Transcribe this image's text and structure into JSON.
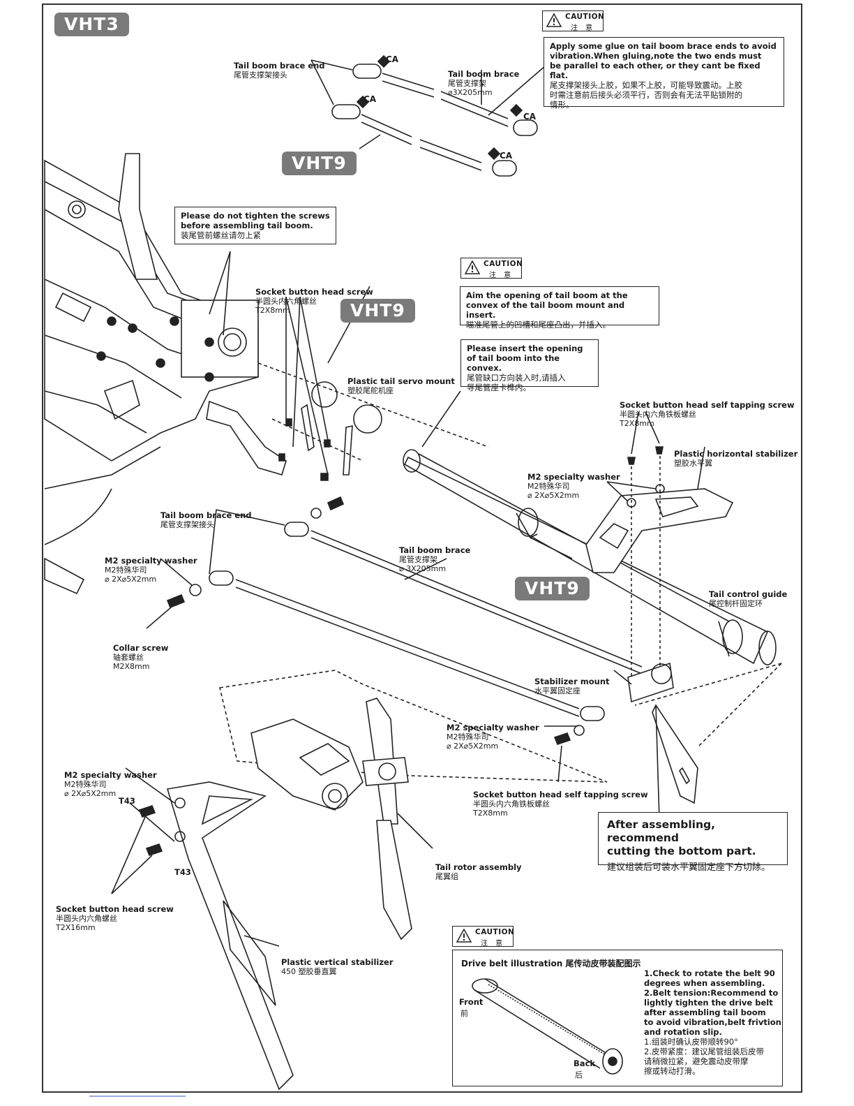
{
  "step_code": "VHT3",
  "sub_codes": [
    "VHT9",
    "VHT9",
    "VHT9"
  ],
  "ca_label": "CA",
  "t43_label": "T43",
  "caution": {
    "en": "CAUTION",
    "zh": "注 意"
  },
  "top": {
    "brace_end": {
      "en": "Tail boom brace end",
      "zh": "尾管支撑架接头"
    },
    "brace": {
      "en": "Tail boom brace",
      "zh": "尾管支撑架",
      "spec": "⌀3X205mm"
    },
    "caution_text": {
      "en": "Apply some glue on tail boom brace ends to avoid\nvibration.When gluing,note the two ends must\nbe parallel to each other, or they cant be fixed flat.",
      "zh": "尾支撑架接头上胶，如果不上胶，可能导致震动。上胶\n时需注意前后接头必须平行，否则会有无法平贴锁附的\n情形。"
    }
  },
  "screws_note": {
    "en": "Please do not tighten the screws\nbefore assembling tail boom.",
    "zh": "装尾管前螺丝请勿上紧"
  },
  "socket_screw_1": {
    "en": "Socket button head screw",
    "zh": "半圆头内六角螺丝",
    "spec": "T2X8mm"
  },
  "servo_mount": {
    "en": "Plastic tail servo mount",
    "zh": "塑胶尾舵机座"
  },
  "aim_caution": {
    "en": "Aim the opening of tail boom at the\nconvex of the tail boom mount and insert.",
    "zh": "瞄准尾管上的凹槽和尾座凸出，并插入。"
  },
  "insert_note": {
    "en": "Please insert the opening\nof tail boom into the convex.",
    "zh": "尾管缺口方向装入时,请插入\n导尾管座卡榫内。"
  },
  "self_tap_1": {
    "en": "Socket button head self tapping screw",
    "zh": "半圆头内六角铁板螺丝",
    "spec": "T2X8mm"
  },
  "h_stab": {
    "en": "Plastic horizontal stabilizer",
    "zh": "塑胶水平翼"
  },
  "washer_1": {
    "en": "M2 specialty washer",
    "zh": "M2特殊华司",
    "spec": "⌀ 2X⌀5X2mm"
  },
  "brace_end_2": {
    "en": "Tail boom brace end",
    "zh": "尾管支撑架接头"
  },
  "brace_2": {
    "en": "Tail boom brace",
    "zh": "尾管支撑架",
    "spec": "⌀ 3X205mm"
  },
  "washer_2": {
    "en": "M2 specialty washer",
    "zh": "M2特殊华司",
    "spec": "⌀ 2X⌀5X2mm"
  },
  "collar": {
    "en": "Collar screw",
    "zh": "轴套螺丝",
    "spec": "M2X8mm"
  },
  "tail_guide": {
    "en": "Tail control guide",
    "zh": "尾控制杆固定环"
  },
  "stab_mount": {
    "en": "Stabilizer mount",
    "zh": "水平翼固定座"
  },
  "washer_3": {
    "en": "M2 specialty washer",
    "zh": "M2特殊华司",
    "spec": "⌀ 2X⌀5X2mm"
  },
  "self_tap_2": {
    "en": "Socket button head self tapping screw",
    "zh": "半圆头内六角铁板螺丝",
    "spec": "T2X8mm"
  },
  "cut_note": {
    "en": "After assembling, recommend\ncutting the bottom part.",
    "zh": "建议组装后可装水平翼固定座下方切除。"
  },
  "washer_4": {
    "en": "M2 specialty washer",
    "zh": "M2特殊华司",
    "spec": "⌀ 2X⌀5X2mm"
  },
  "tail_rotor": {
    "en": "Tail rotor assembly",
    "zh": "尾翼组"
  },
  "socket_screw_2": {
    "en": "Socket button head screw",
    "zh": "半圆头内六角螺丝",
    "spec": "T2X16mm"
  },
  "v_stab": {
    "en": "Plastic vertical stabilizer",
    "zh": "450 塑胶垂直翼"
  },
  "belt": {
    "title": "Drive belt illustration 尾传动皮带装配图示",
    "front_en": "Front",
    "front_zh": "前",
    "back_en": "Back",
    "back_zh": "后",
    "step1": "1.Check to rotate the belt 90\n  degrees when assembling.",
    "step2": "2.Belt tension:Recommend to\n  lightly tighten the drive belt\n  after assembling tail boom\n  to avoid vibration,belt frivtion\n  and rotation slip.",
    "step1_zh": "1.组装时确认皮带顺转90°",
    "step2_zh": "2.皮带紧度：建议尾管组装后皮带\n  请稍微拉紧，避免震动皮带摩\n  擦或转动打滑。"
  }
}
